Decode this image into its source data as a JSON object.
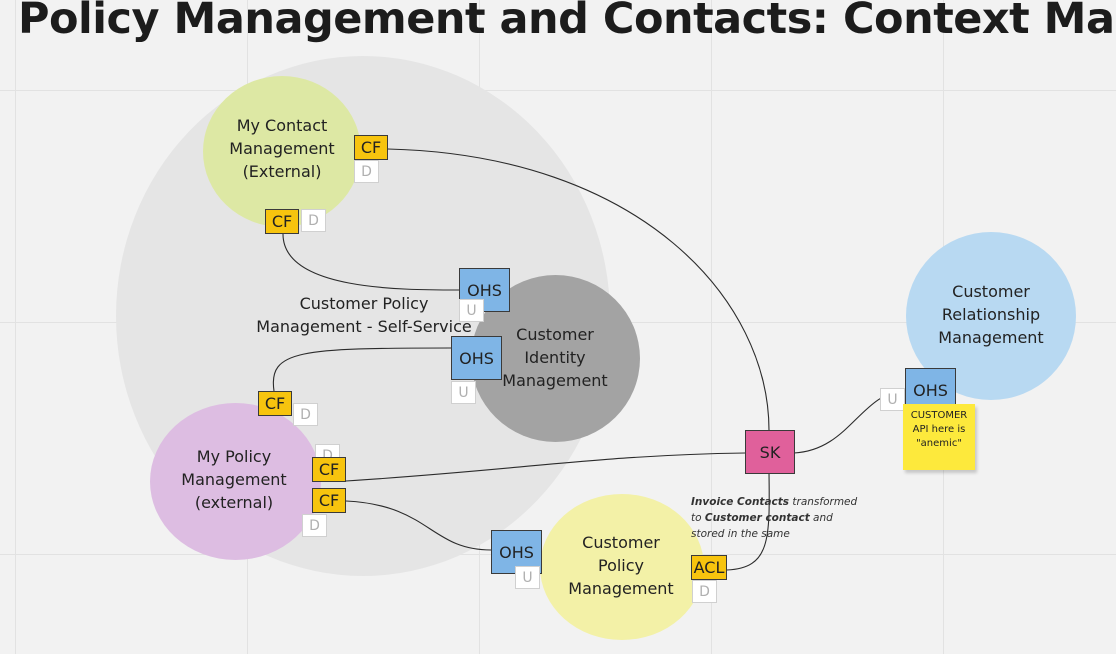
{
  "title": "Policy Management and Contacts: Context Map",
  "contexts": {
    "self_service": "Customer Policy Management - Self-Service",
    "my_contact": "My Contact Management (External)",
    "identity": "Customer Identity Management",
    "crm": "Customer Relationship Management",
    "my_policy": "My Policy Management (external)",
    "policy": "Customer Policy Management"
  },
  "tags": {
    "cf": "CF",
    "ohs": "OHS",
    "sk": "SK",
    "acl": "ACL",
    "downstream": "D",
    "upstream": "U"
  },
  "sticky_note": "CUSTOMER API here is \"anemic\"",
  "annotation": {
    "part1": "Invoice Contacts",
    "part2": " transformed to ",
    "part3": "Customer contact",
    "part4": " and stored in the same"
  },
  "colors": {
    "background": "#f2f2f2",
    "self_service_area": "#e5e5e5",
    "my_contact": "#dde8a4",
    "identity": "#a3a3a3",
    "crm": "#b8d9f2",
    "my_policy": "#ddbde2",
    "policy": "#f3f1a7",
    "cf_acl": "#f7c40e",
    "ohs": "#7fb5e6",
    "sk": "#e0609b",
    "sticky": "#fde93c"
  }
}
